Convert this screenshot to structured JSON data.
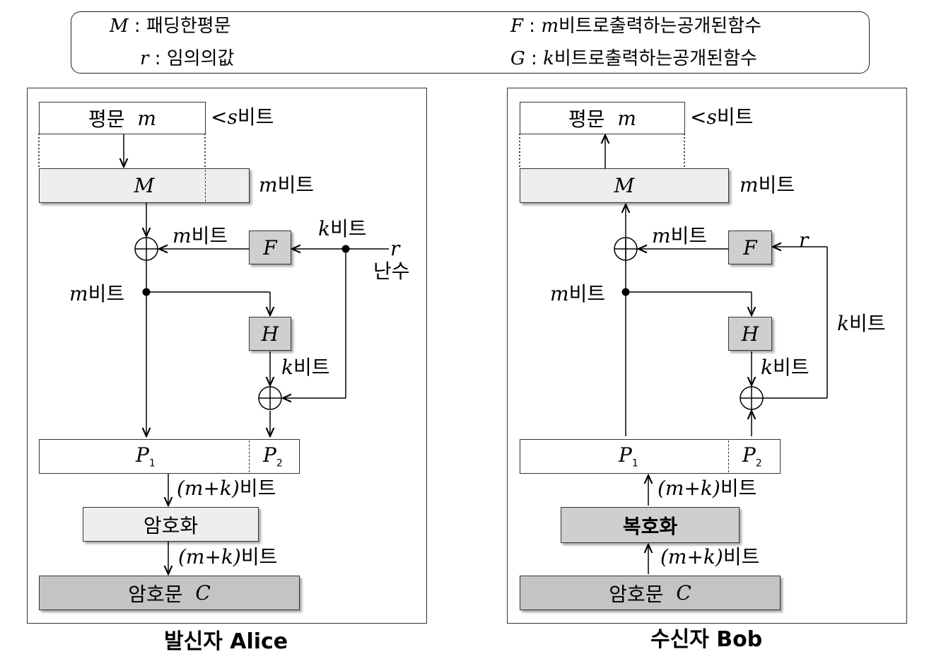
{
  "legend": {
    "M_sym": "M",
    "M_desc": "패딩한평문",
    "r_sym": "r",
    "r_desc": "임의의값",
    "F_sym": "F",
    "F_mid": "m",
    "F_desc": "비트로출력하는공개된함수",
    "G_sym": "G",
    "G_mid": "k",
    "G_desc": "비트로출력하는공개된함수"
  },
  "common": {
    "plaintext": "평문",
    "m": "m",
    "M": "M",
    "F": "F",
    "H": "H",
    "P1": "P",
    "P2": "P",
    "sub1": "1",
    "sub2": "2",
    "k": "k",
    "r": "r",
    "bits": "비트",
    "lt_s": "<s",
    "mk": "(m+k)",
    "ciphertext": "암호문",
    "C": "C"
  },
  "alice": {
    "encrypt": "암호화",
    "random": "난수",
    "caption": "발신자 Alice"
  },
  "bob": {
    "decrypt": "복호화",
    "caption": "수신자 Bob"
  }
}
